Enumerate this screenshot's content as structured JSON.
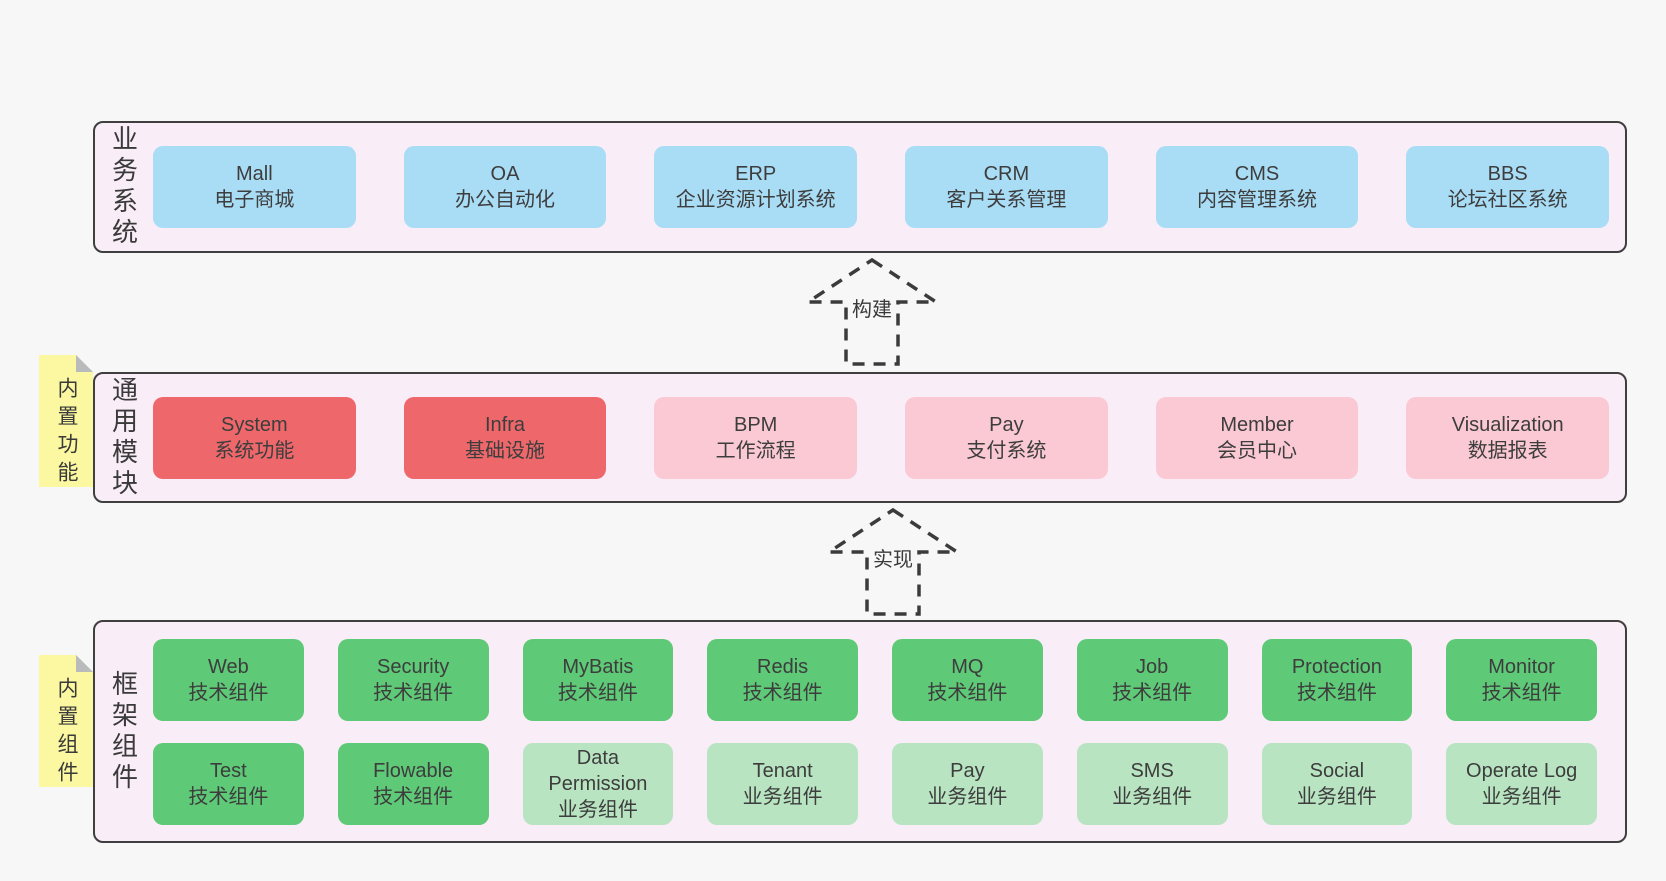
{
  "colors": {
    "page_bg": "#f7f7f7",
    "band_bg": "#f9eef7",
    "border": "#3f3f3f",
    "box_blue": "#a9dcf5",
    "box_red": "#ee686b",
    "box_pink": "#fac9d4",
    "box_green": "#5ec977",
    "box_green_light": "#b8e4c1",
    "note_yellow": "#fbf8a1",
    "note_fold_gray": "#b9babb"
  },
  "bands": {
    "business": {
      "label": "业务系统",
      "boxes": [
        {
          "name": "Mall",
          "desc": "电子商城"
        },
        {
          "name": "OA",
          "desc": "办公自动化"
        },
        {
          "name": "ERP",
          "desc": "企业资源计划系统"
        },
        {
          "name": "CRM",
          "desc": "客户关系管理"
        },
        {
          "name": "CMS",
          "desc": "内容管理系统"
        },
        {
          "name": "BBS",
          "desc": "论坛社区系统"
        }
      ]
    },
    "modules": {
      "label": "通用模块",
      "note": "内置功能",
      "boxes": [
        {
          "name": "System",
          "desc": "系统功能"
        },
        {
          "name": "Infra",
          "desc": "基础设施"
        },
        {
          "name": "BPM",
          "desc": "工作流程"
        },
        {
          "name": "Pay",
          "desc": "支付系统"
        },
        {
          "name": "Member",
          "desc": "会员中心"
        },
        {
          "name": "Visualization",
          "desc": "数据报表"
        }
      ]
    },
    "framework": {
      "label": "框架组件",
      "note": "内置组件",
      "row1": [
        {
          "name": "Web",
          "desc": "技术组件"
        },
        {
          "name": "Security",
          "desc": "技术组件"
        },
        {
          "name": "MyBatis",
          "desc": "技术组件"
        },
        {
          "name": "Redis",
          "desc": "技术组件"
        },
        {
          "name": "MQ",
          "desc": "技术组件"
        },
        {
          "name": "Job",
          "desc": "技术组件"
        },
        {
          "name": "Protection",
          "desc": "技术组件"
        },
        {
          "name": "Monitor",
          "desc": "技术组件"
        }
      ],
      "row2": [
        {
          "name": "Test",
          "desc": "技术组件"
        },
        {
          "name": "Flowable",
          "desc": "技术组件"
        },
        {
          "name": "Data Permission",
          "desc": "业务组件"
        },
        {
          "name": "Tenant",
          "desc": "业务组件"
        },
        {
          "name": "Pay",
          "desc": "业务组件"
        },
        {
          "name": "SMS",
          "desc": "业务组件"
        },
        {
          "name": "Social",
          "desc": "业务组件"
        },
        {
          "name": "Operate Log",
          "desc": "业务组件"
        }
      ]
    }
  },
  "arrows": {
    "build": "构建",
    "implement": "实现"
  }
}
